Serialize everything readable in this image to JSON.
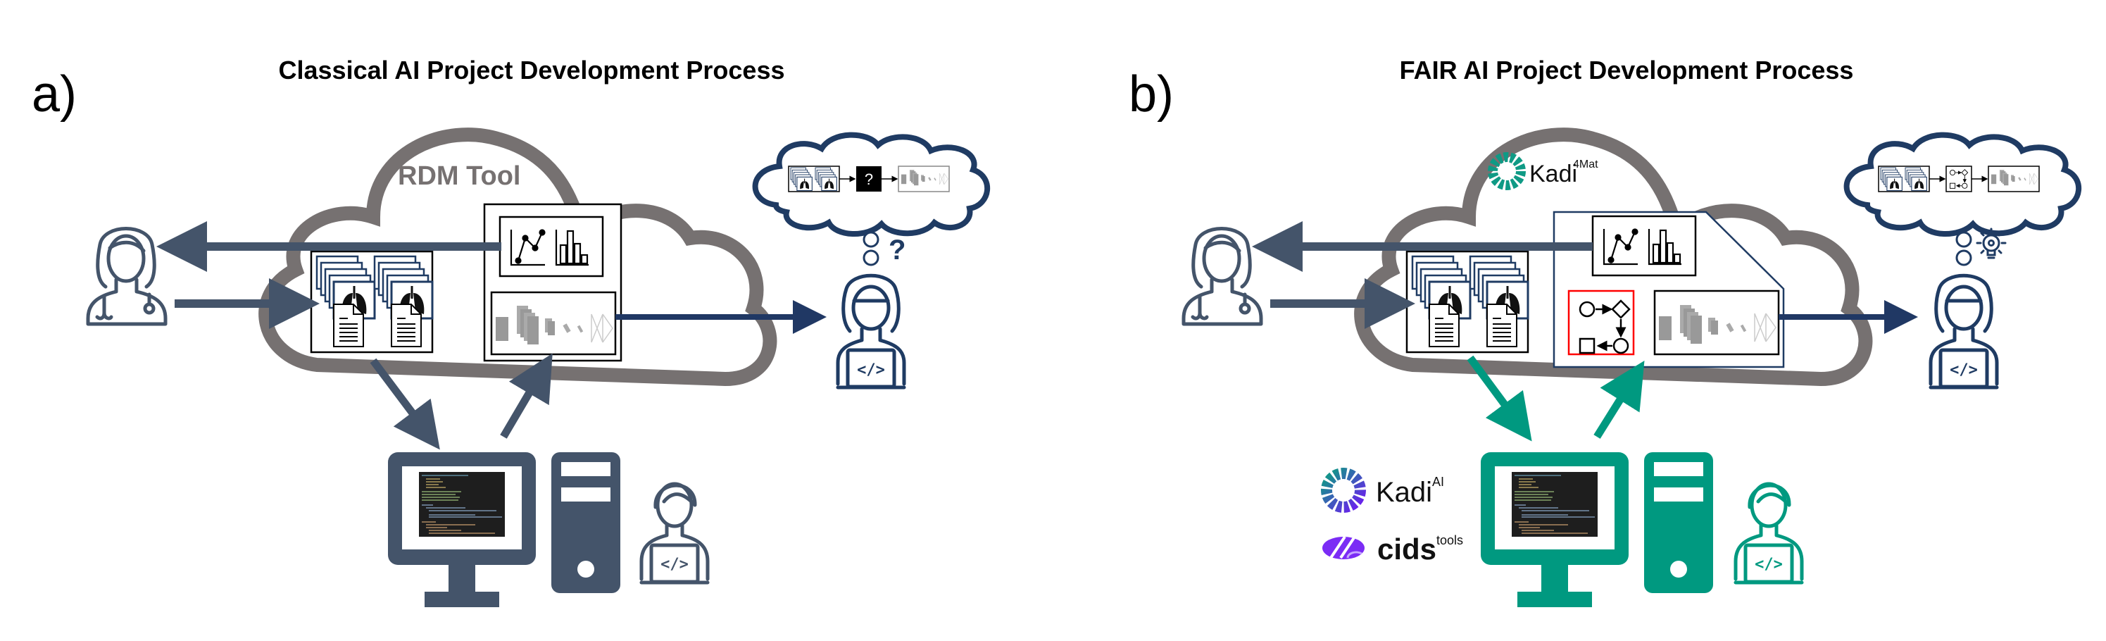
{
  "colors": {
    "cloud_gray": "#767171",
    "arrow_slate": "#44546a",
    "arrow_navy": "#203864",
    "thought_navy": "#1f3b63",
    "computer_slate": "#44546a",
    "computer_teal": "#009980",
    "workflow_red": "#ff0000",
    "kadi_teal": "#0f9a85",
    "kadi_ai_purple": "#6c1cf0",
    "cids_purple": "#7b2cf5"
  },
  "panels": [
    {
      "label": "a)",
      "title": "Classical AI Project Development Process",
      "cloud_label": "RDM Tool",
      "thought_question_box": "?",
      "thought_symbol": "?",
      "computer_theme": "slate"
    },
    {
      "label": "b)",
      "title": "FAIR AI Project Development Process",
      "cloud_logo": {
        "name": "Kadi",
        "superscript": "4Mat"
      },
      "thought_symbol": "lightbulb",
      "computer_theme": "teal",
      "tool_logos": [
        {
          "name": "Kadi",
          "superscript": "AI"
        },
        {
          "name": "cids",
          "superscript": "tools"
        }
      ]
    }
  ],
  "icons": {
    "code_glyph": "</>"
  }
}
